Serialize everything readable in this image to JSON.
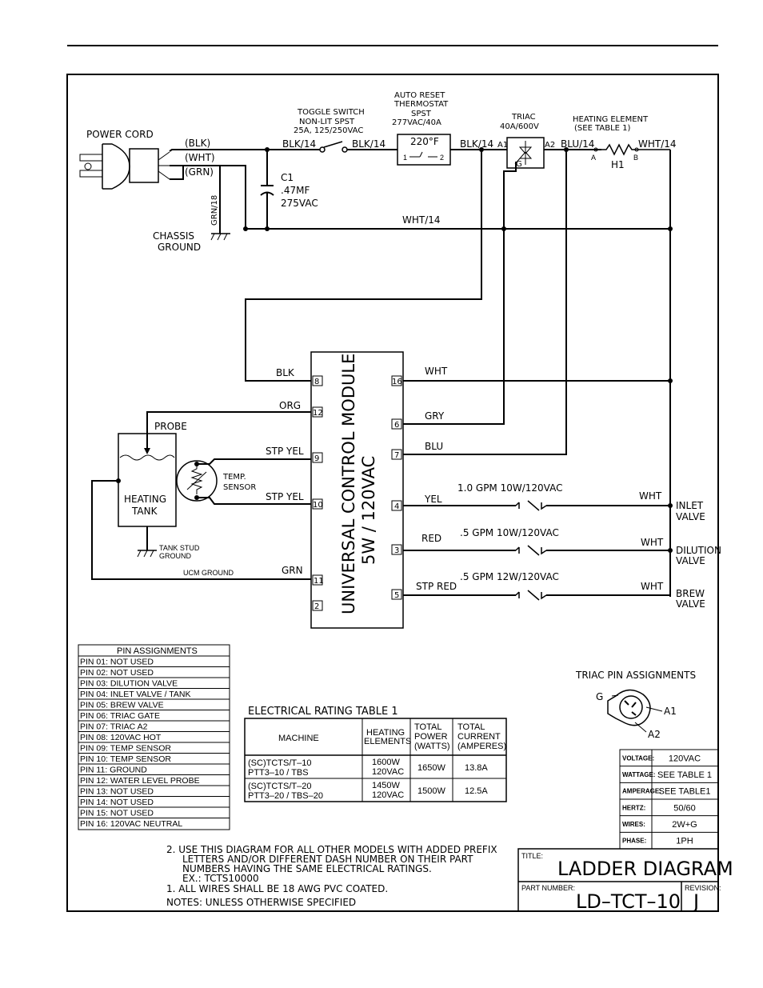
{
  "power_cord": {
    "label": "POWER CORD",
    "blk": "(BLK)",
    "wht": "(WHT)",
    "grn": "(GRN)",
    "grn18": "GRN/18",
    "chassis1": "CHASSIS",
    "chassis2": "GROUND"
  },
  "toggle": {
    "l1": "TOGGLE SWITCH",
    "l2": "NON-LIT SPST",
    "l3": "25A, 125/250VAC",
    "in": "BLK/14",
    "out": "BLK/14"
  },
  "thermostat": {
    "l1": "AUTO RESET",
    "l2": "THERMOSTAT",
    "l3": "SPST",
    "l4": "277VAC/40A",
    "temp": "220°F",
    "p1": "1",
    "p2": "2",
    "out": "BLK/14"
  },
  "cap": {
    "name": "C1",
    "value": ".47MF",
    "rating": "275VAC"
  },
  "triac": {
    "l1": "TRIAC",
    "l2": "40A/600V",
    "a1": "A1",
    "a2": "A2",
    "g": "G",
    "out": "BLU/14"
  },
  "heater": {
    "l1": "HEATING ELEMENT",
    "l2": "(SEE TABLE 1)",
    "a": "A",
    "b": "B",
    "name": "H1",
    "out": "WHT/14"
  },
  "neutral_wire": "WHT/14",
  "ucm": {
    "title1": "UNIVERSAL CONTROL MODULE",
    "title2": "5W / 120VAC",
    "left_pins": [
      {
        "pin": "8",
        "wire": "BLK"
      },
      {
        "pin": "12",
        "wire": "ORG"
      },
      {
        "pin": "9",
        "wire": "STP YEL"
      },
      {
        "pin": "10",
        "wire": "STP YEL"
      },
      {
        "pin": "11",
        "wire": "GRN"
      },
      {
        "pin": "2",
        "wire": ""
      }
    ],
    "right_pins": [
      {
        "pin": "16",
        "wire": "WHT"
      },
      {
        "pin": "6",
        "wire": "GRY"
      },
      {
        "pin": "7",
        "wire": "BLU"
      },
      {
        "pin": "4",
        "wire": "YEL"
      },
      {
        "pin": "3",
        "wire": "RED"
      },
      {
        "pin": "5",
        "wire": "STP RED"
      }
    ]
  },
  "tank": {
    "probe": "PROBE",
    "l1": "HEATING",
    "l2": "TANK",
    "sensor1": "TEMP.",
    "sensor2": "SENSOR",
    "stud1": "TANK STUD",
    "stud2": "GROUND",
    "ucm_ground": "UCM GROUND"
  },
  "valves": [
    {
      "spec": "1.0  GPM  10W/120VAC",
      "wht": "WHT",
      "l1": "INLET",
      "l2": "VALVE"
    },
    {
      "spec": ".5  GPM  10W/120VAC",
      "wht": "WHT",
      "l1": "DILUTION",
      "l2": "VALVE"
    },
    {
      "spec": ".5  GPM  12W/120VAC",
      "wht": "WHT",
      "l1": "BREW",
      "l2": "VALVE"
    }
  ],
  "pin_table": {
    "title": "PIN ASSIGNMENTS",
    "rows": [
      "PIN 01: NOT USED",
      "PIN 02: NOT USED",
      "PIN 03: DILUTION VALVE",
      "PIN 04: INLET VALVE / TANK",
      "PIN 05: BREW VALVE",
      "PIN 06: TRIAC GATE",
      "PIN 07: TRIAC A2",
      "PIN 08: 120VAC HOT",
      "PIN 09: TEMP SENSOR",
      "PIN 10: TEMP SENSOR",
      "PIN 11: GROUND",
      "PIN 12: WATER LEVEL PROBE",
      "PIN 13: NOT USED",
      "PIN 14: NOT USED",
      "PIN 15: NOT USED",
      "PIN 16: 120VAC NEUTRAL"
    ]
  },
  "rating_table": {
    "title": "ELECTRICAL RATING TABLE 1",
    "headers": [
      "MACHINE",
      "HEATING ELEMENTS",
      "TOTAL POWER (WATTS)",
      "TOTAL CURRENT (AMPERES)"
    ],
    "header_lines": [
      [
        "MACHINE"
      ],
      [
        "HEATING",
        "ELEMENTS"
      ],
      [
        "TOTAL",
        "POWER",
        "(WATTS)"
      ],
      [
        "TOTAL",
        "CURRENT",
        "(AMPERES)"
      ]
    ],
    "rows": [
      {
        "m1": "(SC)TCTS/T–10",
        "m2": "PTT3–10 / TBS",
        "e1": "1600W",
        "e2": "120VAC",
        "power": "1650W",
        "current": "13.8A"
      },
      {
        "m1": "(SC)TCTS/T–20",
        "m2": "PTT3–20 / TBS–20",
        "e1": "1450W",
        "e2": "120VAC",
        "power": "1500W",
        "current": "12.5A"
      }
    ]
  },
  "triac_pins": {
    "title": "TRIAC PIN ASSIGNMENTS",
    "g": "G",
    "a1": "A1",
    "a2": "A2"
  },
  "specs": [
    {
      "k": "VOLTAGE:",
      "v": "120VAC"
    },
    {
      "k": "WATTAGE:",
      "v": "SEE  TABLE  1"
    },
    {
      "k": "AMPERAGE:",
      "v": "SEE  TABLE1"
    },
    {
      "k": "HERTZ:",
      "v": "50/60"
    },
    {
      "k": "WIRES:",
      "v": "2W+G"
    },
    {
      "k": "PHASE:",
      "v": "1PH"
    }
  ],
  "title_block": {
    "title_label": "TITLE:",
    "title": "LADDER  DIAGRAM",
    "part_label": "PART NUMBER:",
    "part": "LD–TCT–10",
    "rev_label": "REVISION:",
    "rev": "J"
  },
  "notes": {
    "n2a": "2. USE THIS DIAGRAM FOR ALL OTHER MODELS WITH ADDED PREFIX",
    "n2b": "LETTERS AND/OR DIFFERENT DASH NUMBER ON THEIR PART",
    "n2c": "NUMBERS HAVING THE SAME ELECTRICAL RATINGS.",
    "n2d": "EX.:  TCTS10000",
    "n1": "1. ALL WIRES SHALL BE 18 AWG PVC COATED.",
    "n0": "NOTES:  UNLESS OTHERWISE SPECIFIED"
  }
}
